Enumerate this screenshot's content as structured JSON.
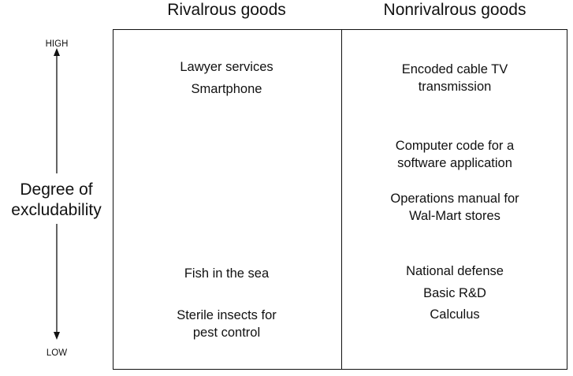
{
  "headers": {
    "rivalrous": "Rivalrous goods",
    "nonrivalrous": "Nonrivalrous goods"
  },
  "axis": {
    "high": "HIGH",
    "low": "LOW",
    "label_line1": "Degree of",
    "label_line2": "excludability"
  },
  "rivalrous_items": {
    "high_1": "Lawyer services",
    "high_2": "Smartphone",
    "low_1": "Fish in the sea",
    "low_2": "Sterile insects for\npest control"
  },
  "nonrivalrous_items": {
    "high_1": "Encoded cable TV\ntransmission",
    "mid_1": "Computer code for a\nsoftware application",
    "mid_2": "Operations manual for\nWal-Mart stores",
    "low_1": "National defense",
    "low_2": "Basic R&D",
    "low_3": "Calculus"
  },
  "colors": {
    "line": "#111111",
    "text": "#111111",
    "background": "#ffffff"
  }
}
